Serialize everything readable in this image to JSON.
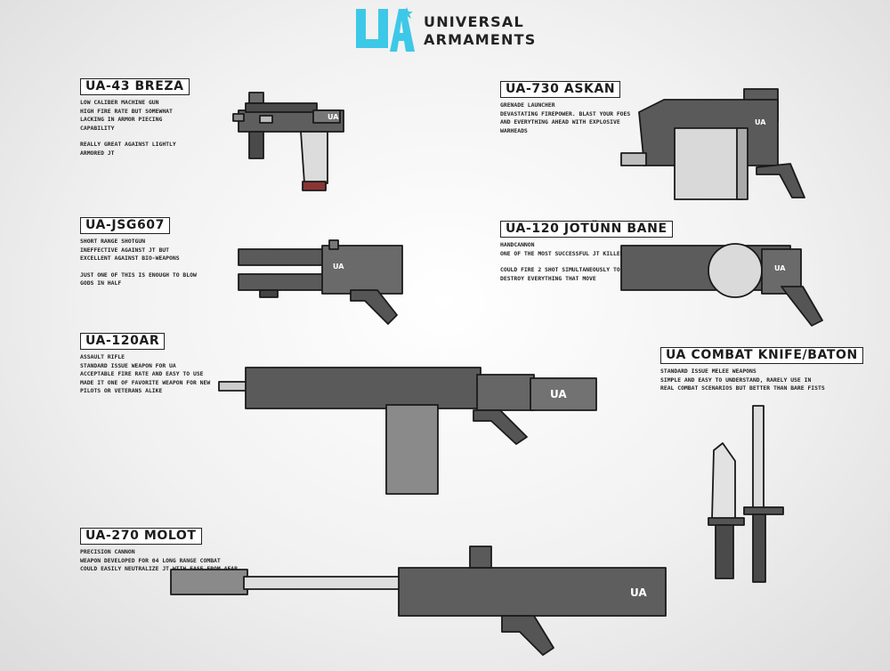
{
  "header": {
    "logo_mark": "UA",
    "brand_line1": "UNIVERSAL",
    "brand_line2": "ARMAMENTS",
    "accent_color": "#3ec8e8",
    "star_icon": "star-icon"
  },
  "weapons": [
    {
      "title": "UA-43 BREZA",
      "lines": [
        "LOW CALIBER MACHINE GUN",
        "HIGH FIRE RATE BUT SOMEWHAT",
        "LACKING IN ARMOR PIECING",
        "CAPABILITY"
      ],
      "lines2": [
        "REALLY GREAT AGAINST LIGHTLY",
        "ARMORED JT"
      ]
    },
    {
      "title": "UA-730 ASKAN",
      "lines": [
        "GRENADE LAUNCHER",
        "DEVASTATING FIREPOWER. BLAST YOUR FOES",
        "AND EVERYTHING AHEAD WITH EXPLOSIVE",
        "WARHEADS"
      ],
      "lines2": []
    },
    {
      "title": "UA-JSG607",
      "lines": [
        "SHORT RANGE SHOTGUN",
        "INEFFECTIVE AGAINST JT BUT",
        "EXCELLENT AGAINST BIO-WEAPONS"
      ],
      "lines2": [
        "JUST ONE OF THIS IS ENOUGH TO BLOW",
        "GODS IN HALF"
      ]
    },
    {
      "title": "UA-120 JOTÜNN BANE",
      "lines": [
        "HANDCANNON",
        "ONE OF THE MOST SUCCESSFUL JT KILLER"
      ],
      "lines2": [
        "COULD FIRE 2 SHOT SIMULTANEOUSLY TO",
        "DESTROY EVERYTHING THAT MOVE"
      ]
    },
    {
      "title": "UA-120AR",
      "lines": [
        "ASSAULT RIFLE",
        "STANDARD ISSUE WEAPON FOR UA",
        "ACCEPTABLE FIRE RATE AND EASY TO USE",
        "MADE IT ONE OF FAVORITE WEAPON FOR NEW",
        "PILOTS OR VETERANS ALIKE"
      ],
      "lines2": []
    },
    {
      "title": "UA COMBAT KNIFE/BATON",
      "lines": [
        "STANDARD ISSUE MELEE WEAPONS",
        "SIMPLE AND EASY TO UNDERSTAND, RARELY USE IN",
        "REAL COMBAT SCENARIOS BUT BETTER THAN BARE FISTS"
      ],
      "lines2": []
    },
    {
      "title": "UA-270 MOLOT",
      "lines": [
        "PRECISION CANNON",
        "WEAPON DEVELOPED FOR 04 LONG RANGE COMBAT",
        "COULD EASILY NEUTRALIZE JT WITH  EASE FROM AFAR"
      ],
      "lines2": []
    }
  ],
  "weapon_marking": "UA"
}
